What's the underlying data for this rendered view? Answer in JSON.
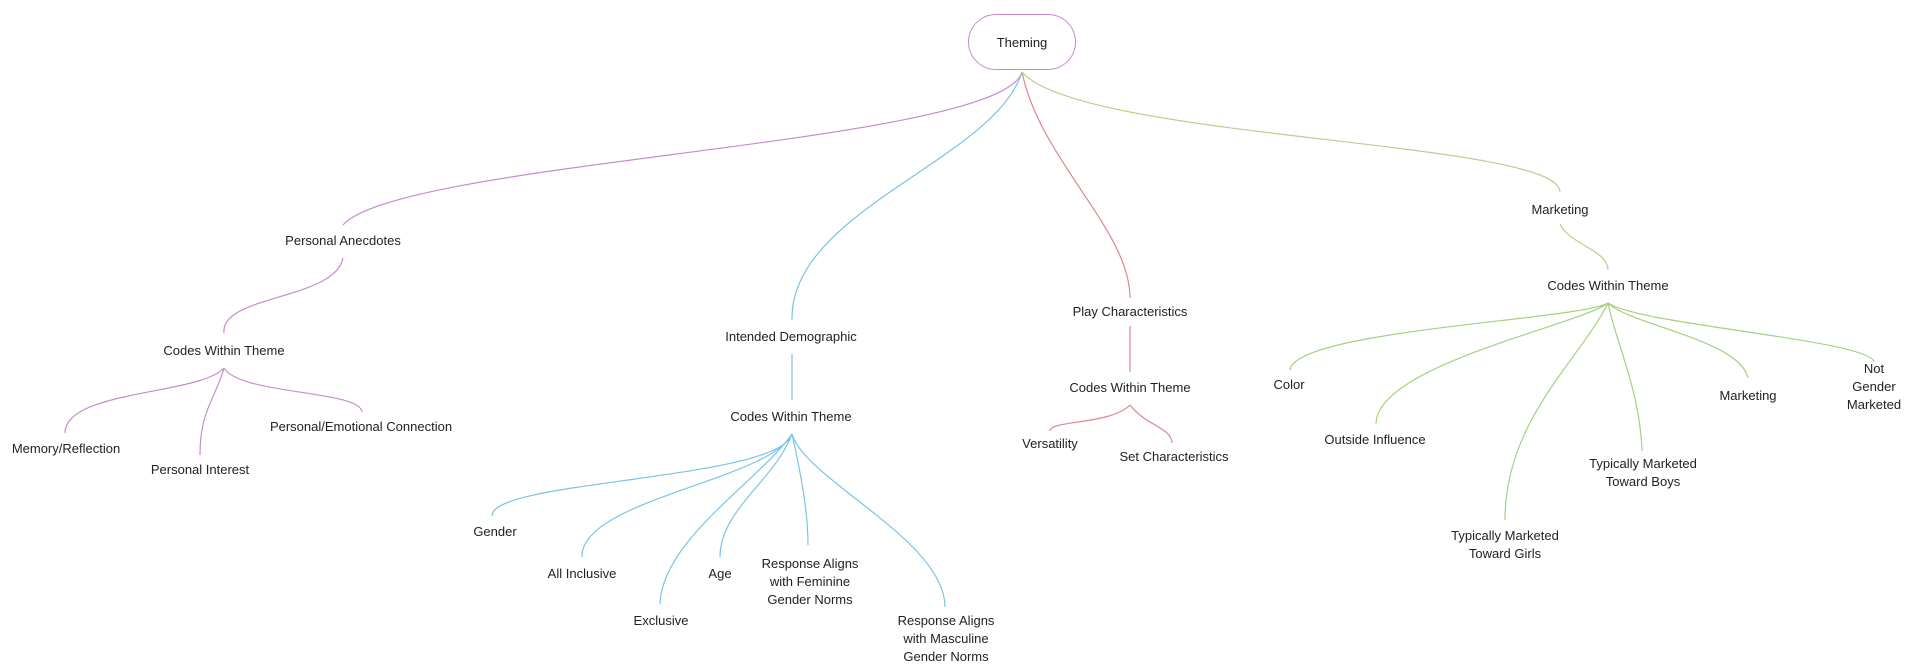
{
  "colors": {
    "personal": "#c98ad2",
    "demographic": "#7cc3e6",
    "play": "#e0848c",
    "marketing": "#b8d08f",
    "marketing_codes": "#a3d27e"
  },
  "root": {
    "label": "Theming"
  },
  "branches": {
    "personal": {
      "label": "Personal Anecdotes",
      "codes_label": "Codes Within Theme",
      "codes": [
        "Memory/Reflection",
        "Personal Interest",
        "Personal/Emotional Connection"
      ]
    },
    "demographic": {
      "label": "Intended Demographic",
      "codes_label": "Codes Within Theme",
      "codes": [
        "Gender",
        "All Inclusive",
        "Exclusive",
        "Age",
        "Response Aligns\nwith Feminine\nGender Norms",
        "Response Aligns\nwith Masculine\nGender Norms"
      ]
    },
    "play": {
      "label": "Play Characteristics",
      "codes_label": "Codes Within Theme",
      "codes": [
        "Versatility",
        "Set Characteristics"
      ]
    },
    "marketing": {
      "label": "Marketing",
      "codes_label": "Codes Within Theme",
      "codes": [
        "Color",
        "Outside Influence",
        "Typically Marketed\nToward Girls",
        "Typically Marketed\nToward Boys",
        "Marketing",
        "Not Gender\nMarketed"
      ]
    }
  }
}
